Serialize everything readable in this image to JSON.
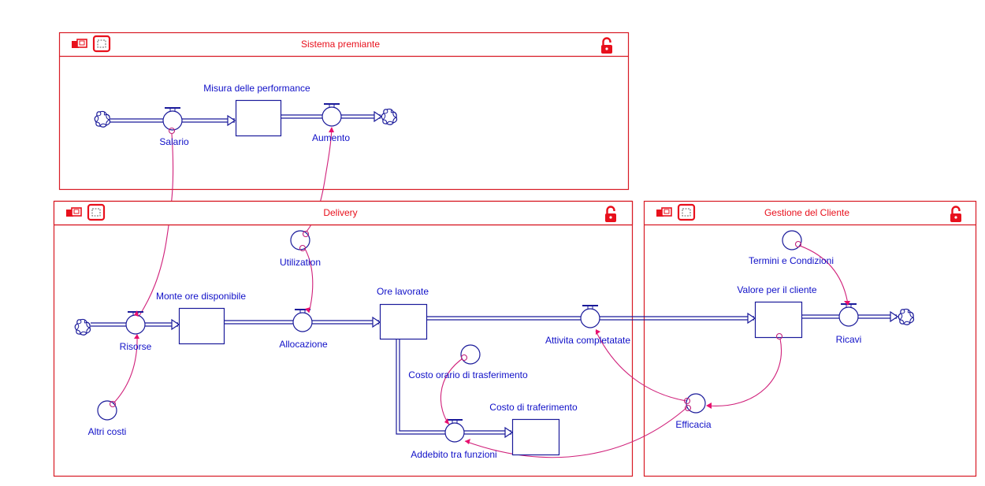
{
  "sectors": [
    {
      "id": "sistema-premiante",
      "title": "Sistema premiante",
      "icons": [
        "sector-run-icon",
        "sector-select-icon",
        "unlock-icon"
      ]
    },
    {
      "id": "delivery",
      "title": "Delivery",
      "icons": [
        "sector-run-icon",
        "sector-select-icon",
        "unlock-icon"
      ]
    },
    {
      "id": "gestione-cliente",
      "title": "Gestione del Cliente",
      "icons": [
        "sector-run-icon",
        "sector-select-icon",
        "unlock-icon"
      ]
    }
  ],
  "stocks": {
    "misura": "Misura delle performance",
    "monte": "Monte ore disponibile",
    "ore": "Ore lavorate",
    "costo_trasf": "Costo di traferimento",
    "valore": "Valore per il cliente"
  },
  "flows": {
    "salario": "Salario",
    "aumento": "Aumento",
    "risorse": "Risorse",
    "allocazione": "Allocazione",
    "attivita": "Attivita completatate",
    "addebito": "Addebito tra funzioni",
    "ricavi": "Ricavi"
  },
  "converters": {
    "utilization": "Utilization",
    "costo_orario": "Costo orario di trasferimento",
    "altri_costi": "Altri costi",
    "termini": "Termini e Condizioni",
    "efficacia": "Efficacia"
  },
  "colors": {
    "sector": "#e8101c",
    "element": "#1010c8",
    "connector": "#d0207a"
  }
}
